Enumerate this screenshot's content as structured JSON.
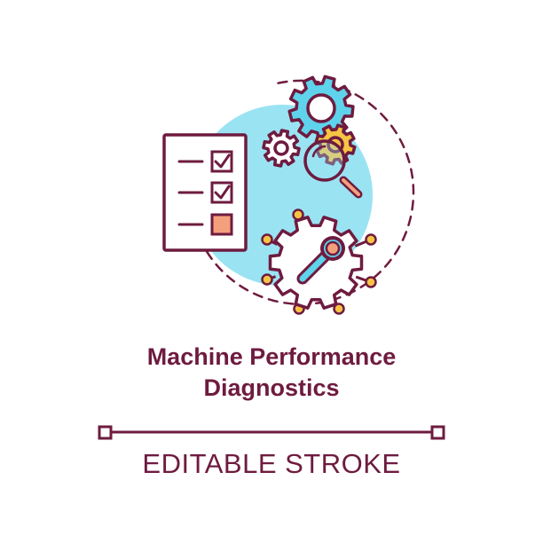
{
  "title": {
    "line1": "Machine Performance",
    "line2": "Diagnostics"
  },
  "subtitle": "EDITABLE STROKE",
  "icons": {
    "checklist": "checklist-icon",
    "gear_large": "gear-icon",
    "gear_small": "gear-icon",
    "magnifier": "magnifier-gear-icon",
    "wrench_gear": "wrench-gear-icon"
  },
  "checklist_items": [
    {
      "state": "checked"
    },
    {
      "state": "checked"
    },
    {
      "state": "unchecked"
    }
  ],
  "colors": {
    "outline": "#6e1b3f",
    "accent_blue": "#5fd3ec",
    "accent_orange": "#f5a07c",
    "accent_yellow": "#f6c444",
    "circle_bg": "#9ae3f3"
  }
}
